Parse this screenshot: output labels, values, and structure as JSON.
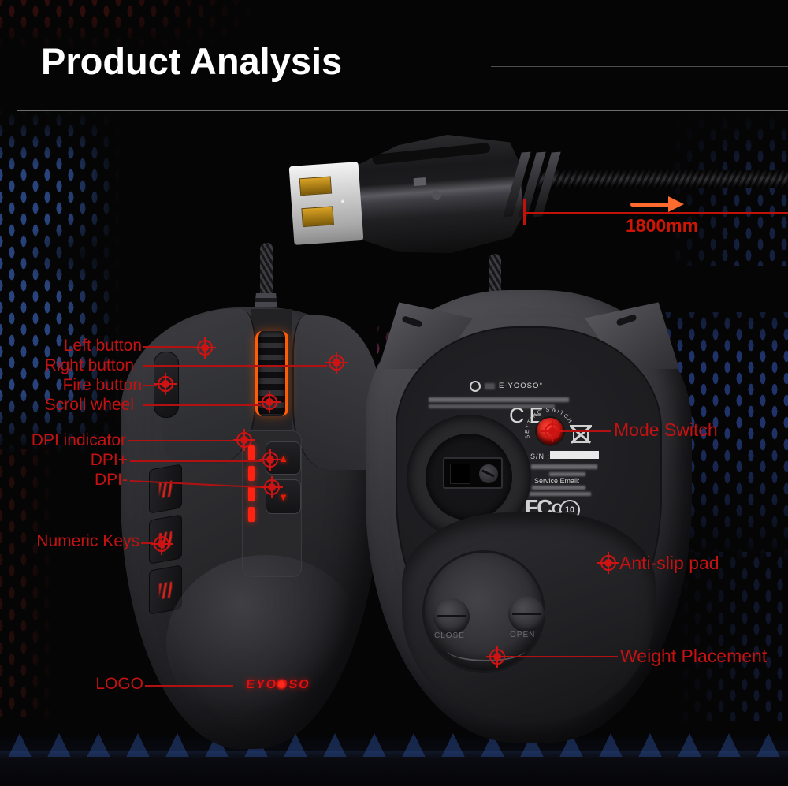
{
  "title": "Product Analysis",
  "measure": {
    "length": "1800mm"
  },
  "labels": {
    "left_button": "Left button",
    "right_button": "Right button",
    "fire_button": "Fire button",
    "scroll_wheel": "Scroll wheel",
    "dpi_indicator": "DPI indicator",
    "dpi_plus": "DPI+",
    "dpi_minus": "DPI-",
    "numeric_keys": "Numeric Keys",
    "logo": "LOGO",
    "mode_switch": "Mode Switch",
    "anti_slip_pad": "Anti-slip pad",
    "weight_placement": "Weight Placement"
  },
  "front_mouse": {
    "logo_text": "EYOOSO"
  },
  "bottom_mouse": {
    "brand": "E-YOOSO°",
    "setting_switch": "SETTING SWITCH",
    "ce": "CE",
    "sn": "S/N :",
    "service_email": "Service Email:",
    "fcc_main": "FC",
    "fcc_inner": "C",
    "recycle": "10",
    "close": "CLOSE",
    "open": "OPEN"
  },
  "icons": {
    "dpi_up": "▲",
    "dpi_down": "▼"
  },
  "colors": {
    "label_red": "#c41212",
    "measure_red": "#c01208",
    "arrow_orange": "#ff6a2e",
    "wheel_glow": "#ff5c08",
    "led_red": "#ff2210"
  }
}
